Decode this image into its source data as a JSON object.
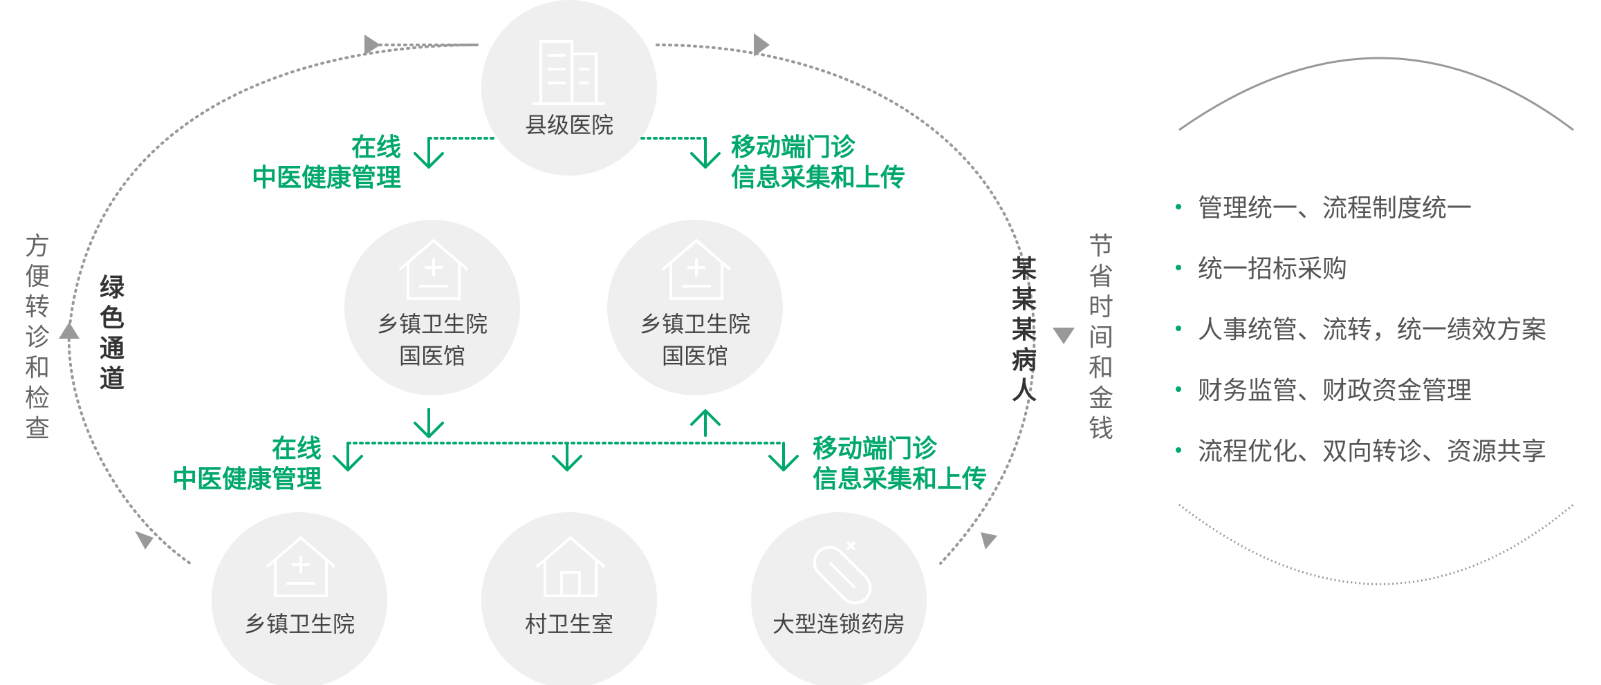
{
  "hospital": {
    "label": "县级医院"
  },
  "mid_left": {
    "line1": "乡镇卫生院",
    "line2": "国医馆"
  },
  "mid_right": {
    "line1": "乡镇卫生院",
    "line2": "国医馆"
  },
  "bottom_left": {
    "label": "乡镇卫生院"
  },
  "bottom_center": {
    "label": "村卫生室"
  },
  "bottom_right": {
    "label": "大型连锁药房"
  },
  "top_left_label": {
    "line1": "在线",
    "line2": "中医健康管理"
  },
  "top_right_label": {
    "line1": "移动端门诊",
    "line2": "信息采集和上传"
  },
  "bottom_left_label": {
    "line1": "在线",
    "line2": "中医健康管理"
  },
  "bottom_right_label": {
    "line1": "移动端门诊",
    "line2": "信息采集和上传"
  },
  "left_outer_text": "方便转诊和检查",
  "left_inner_text": "绿色通道",
  "right_inner_text": "某某某病人",
  "right_outer_text": "节省时间和金钱",
  "benefits": [
    "管理统一、流程制度统一",
    "统一招标采购",
    "人事统管、流转，统一绩效方案",
    "财务监管、财政资金管理",
    "流程优化、双向转诊、资源共享"
  ],
  "colors": {
    "green": "#00a86b",
    "circle": "#efefef",
    "icon": "#ffffff",
    "dots": "#999999"
  }
}
